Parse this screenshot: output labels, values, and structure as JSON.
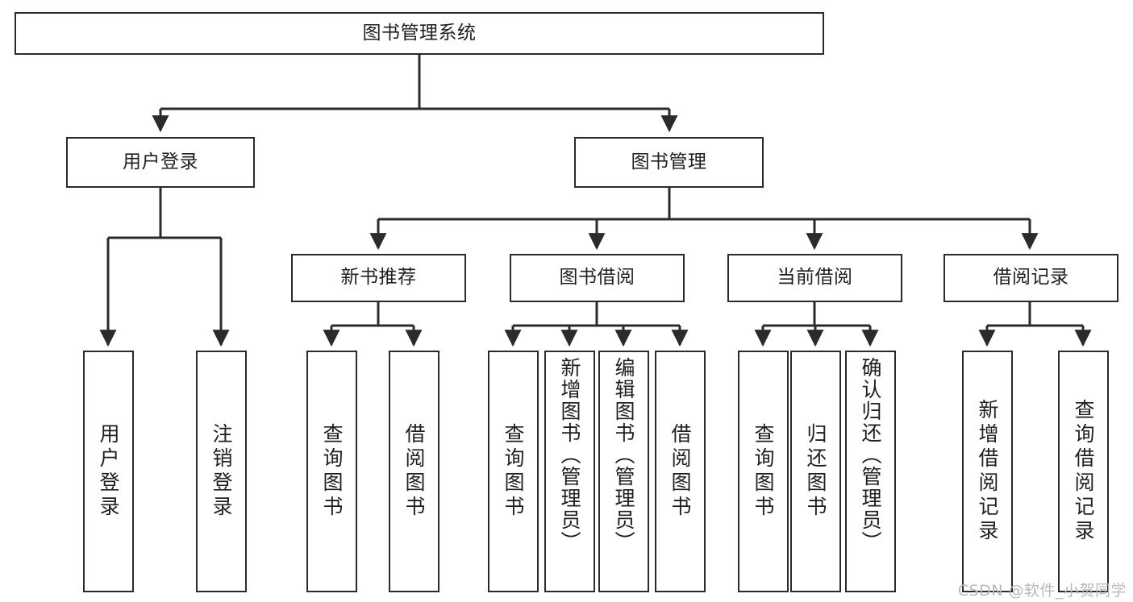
{
  "diagram": {
    "type": "tree-hierarchy-chart",
    "title": "图书管理系统",
    "watermark": "CSDN @软件_小贺同学",
    "colors": {
      "box_border": "#2b2b2b",
      "box_fill": "#ffffff",
      "connector": "#2b2b2b",
      "text": "#1f1f1f",
      "watermark": "#b9b9b9",
      "background": "#ffffff"
    },
    "root": {
      "label": "图书管理系统"
    },
    "level2": [
      {
        "id": "user-login",
        "label": "用户登录"
      },
      {
        "id": "book-management",
        "label": "图书管理"
      }
    ],
    "level3": [
      {
        "id": "new-book-recommend",
        "label": "新书推荐"
      },
      {
        "id": "book-borrow",
        "label": "图书借阅"
      },
      {
        "id": "current-borrow",
        "label": "当前借阅"
      },
      {
        "id": "borrow-record",
        "label": "借阅记录"
      }
    ],
    "leaves": {
      "user_login": [
        {
          "id": "leaf-user-login",
          "label": "用户登录"
        },
        {
          "id": "leaf-logout",
          "label": "注销登录"
        }
      ],
      "new_book_recommend": [
        {
          "id": "leaf-query-book-1",
          "label": "查询图书"
        },
        {
          "id": "leaf-borrow-book-1",
          "label": "借阅图书"
        }
      ],
      "book_borrow": [
        {
          "id": "leaf-query-book-2",
          "label": "查询图书"
        },
        {
          "id": "leaf-add-book",
          "label": "新增图书（管理员）"
        },
        {
          "id": "leaf-edit-book",
          "label": "编辑图书（管理员）"
        },
        {
          "id": "leaf-borrow-book-2",
          "label": "借阅图书"
        }
      ],
      "current_borrow": [
        {
          "id": "leaf-query-book-3",
          "label": "查询图书"
        },
        {
          "id": "leaf-return-book",
          "label": "归还图书"
        },
        {
          "id": "leaf-confirm-return",
          "label": "确认归还（管理员）"
        }
      ],
      "borrow_record": [
        {
          "id": "leaf-add-record",
          "label": "新增借阅记录"
        },
        {
          "id": "leaf-query-record",
          "label": "查询借阅记录"
        }
      ]
    }
  }
}
